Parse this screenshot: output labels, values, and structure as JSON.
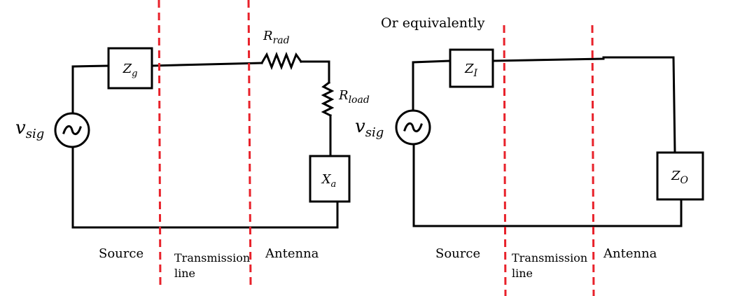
{
  "left": {
    "vsig": {
      "base": "v",
      "sub": "sig"
    },
    "zg": {
      "base": "Z",
      "sub": "g"
    },
    "rrad": {
      "base": "R",
      "sub": "rad"
    },
    "rload": {
      "base": "R",
      "sub": "load"
    },
    "xa": {
      "base": "X",
      "sub": "a"
    },
    "source_label": "Source",
    "tline_label_1": "Transmission",
    "tline_label_2": "line",
    "antenna_label": "Antenna"
  },
  "right": {
    "heading": "Or equivalently",
    "vsig": {
      "base": "v",
      "sub": "sig"
    },
    "zi": {
      "base": "Z",
      "sub": "I"
    },
    "zo": {
      "base": "Z",
      "sub": "O"
    },
    "source_label": "Source",
    "tline_label_1": "Transmission",
    "tline_label_2": "line",
    "antenna_label": "Antenna"
  },
  "colors": {
    "divider": "#e8212a",
    "wire": "#000000"
  }
}
